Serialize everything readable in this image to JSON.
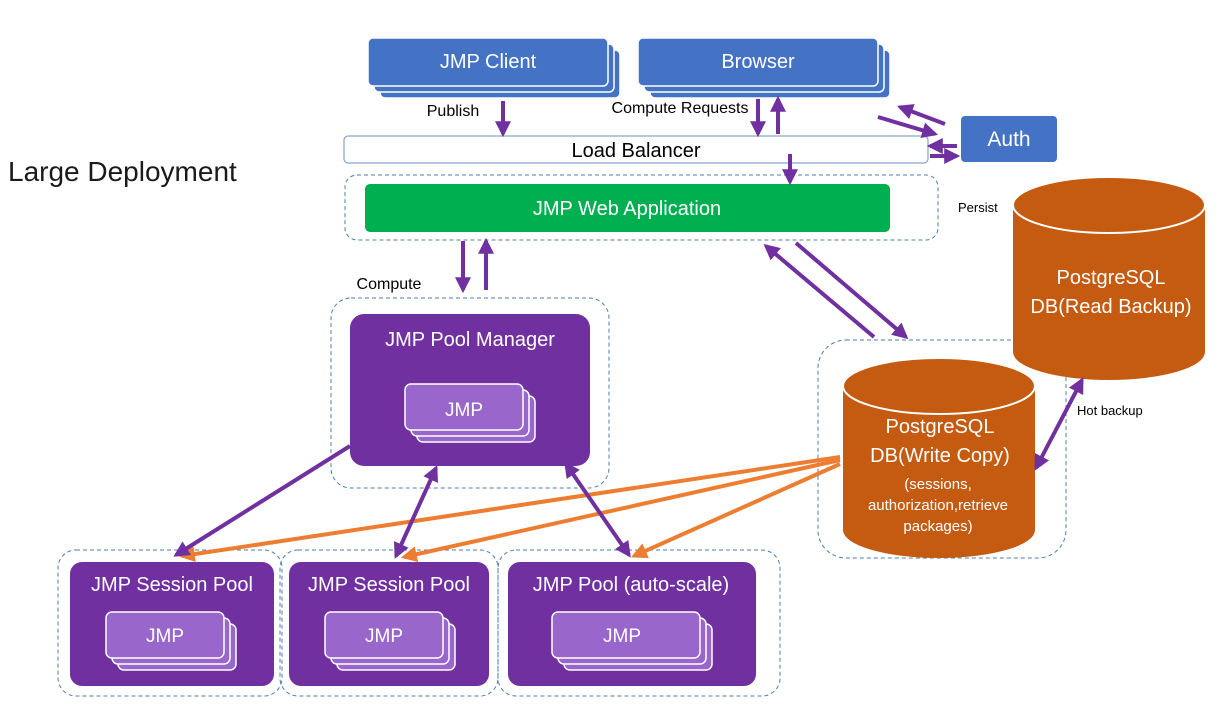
{
  "title": "Large Deployment",
  "colors": {
    "blue": "#4472c4",
    "green": "#00b050",
    "purple": "#7030a0",
    "purple_light": "#9966cc",
    "orange": "#c55a11",
    "arrow_purple": "#7030a0",
    "arrow_orange": "#ed7d31",
    "dashed": "#4a7fb0"
  },
  "nodes": {
    "jmp_client": "JMP Client",
    "browser": "Browser",
    "auth": "Auth",
    "load_balancer": "Load Balancer",
    "web_app": "JMP Web Application",
    "pool_manager": "JMP Pool Manager",
    "pool_manager_jmp": "JMP",
    "session_pool_1": "JMP Session Pool",
    "session_pool_1_jmp": "JMP",
    "session_pool_2": "JMP Session Pool",
    "session_pool_2_jmp": "JMP",
    "autoscale_pool": "JMP Pool (auto-scale)",
    "autoscale_pool_jmp": "JMP",
    "db_read": [
      "PostgreSQL",
      "DB(Read Backup)"
    ],
    "db_write": [
      "PostgreSQL",
      "DB(Write Copy)"
    ],
    "db_write_note": [
      "(sessions,",
      "authorization,retrieve",
      "packages)"
    ]
  },
  "labels": {
    "publish": "Publish",
    "compute_requests": "Compute Requests",
    "compute": "Compute",
    "persist": "Persist",
    "hot_backup": "Hot backup"
  }
}
